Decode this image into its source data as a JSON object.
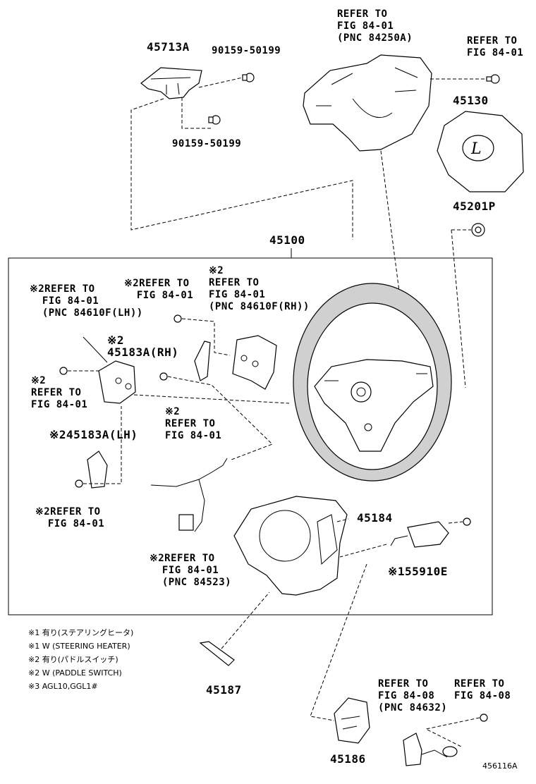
{
  "labels": {
    "p45713A": "45713A",
    "p90159_top": "90159-50199",
    "p90159_bot": "90159-50199",
    "ref_84250A": "REFER TO\nFIG 84-01\n(PNC 84250A)",
    "ref_top_right": "REFER TO\nFIG 84-01",
    "p45130": "45130",
    "p45201P": "45201P",
    "p45100": "45100",
    "ref_lh_top": "※2REFER TO\n  FIG 84-01\n  (PNC 84610F(LH))",
    "ref_mid_small": "※2REFER TO\n  FIG 84-01",
    "ref_rh_top": "※2\nREFER TO\nFIG 84-01\n(PNC 84610F(RH))",
    "p45183A_RH": "※2\n45183A(RH)",
    "ref_left": "※2\nREFER TO\nFIG 84-01",
    "ref_center": "※2\nREFER TO\nFIG 84-01",
    "p45183A_LH": "※245183A(LH)",
    "ref_left_low": "※2REFER TO\n  FIG 84-01",
    "p45184": "45184",
    "ref_84523": "※2REFER TO\n  FIG 84-01\n  (PNC 84523)",
    "p55910E": "※155910E",
    "p45187": "45187",
    "ref_84632": "REFER TO\nFIG 84-08\n(PNC 84632)",
    "ref_fig8408": "REFER TO\nFIG 84-08",
    "p45186": "45186"
  },
  "legend": [
    "※1 有り(ステアリングヒータ)",
    "※1 W (STEERING HEATER)",
    "※2 有り(パドルスイッチ)",
    "※2 W (PADDLE SWITCH)",
    "※3 AGL10,GGL1#"
  ],
  "diagram_code": "456116A"
}
